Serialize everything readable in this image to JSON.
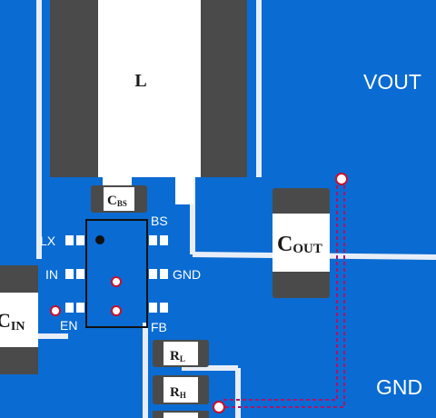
{
  "components": {
    "inductor": "L",
    "c_bs": {
      "main": "C",
      "sub": "BS"
    },
    "c_out": {
      "main": "C",
      "sub": "OUT"
    },
    "c_in": {
      "main": "C",
      "sub": "IN"
    },
    "r_l": {
      "main": "R",
      "sub": "L"
    },
    "r_h": {
      "main": "R",
      "sub": "H"
    }
  },
  "pins": {
    "lx": "LX",
    "bs": "BS",
    "in": "IN",
    "gnd": "GND",
    "en": "EN",
    "fb": "FB"
  },
  "nets": {
    "vout": "VOUT",
    "gnd": "GND"
  },
  "colors": {
    "copper": "#0a6bd2",
    "trace_clearance": "#e8eef7",
    "component_body": "#4a4a4a",
    "pad_white": "#ffffff",
    "via_ring": "#c8102e",
    "dashed_trace": "#b0126a"
  }
}
